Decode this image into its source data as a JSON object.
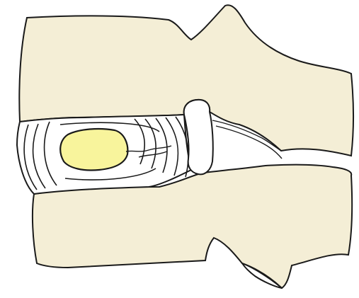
{
  "diagram": {
    "subject": "spine-segment-sagittal-section",
    "structures": [
      "upper-vertebra",
      "lower-vertebra",
      "intervertebral-disc",
      "nucleus-pulposus",
      "annulus-fibrosus-lamellae",
      "annular-tear",
      "intervertebral-foramen"
    ]
  },
  "colors": {
    "bone": "#f4eed6",
    "nucleus": "#f8f49c",
    "disc": "#ffffff",
    "outline": "#1a1a1a",
    "background": "#ffffff"
  }
}
